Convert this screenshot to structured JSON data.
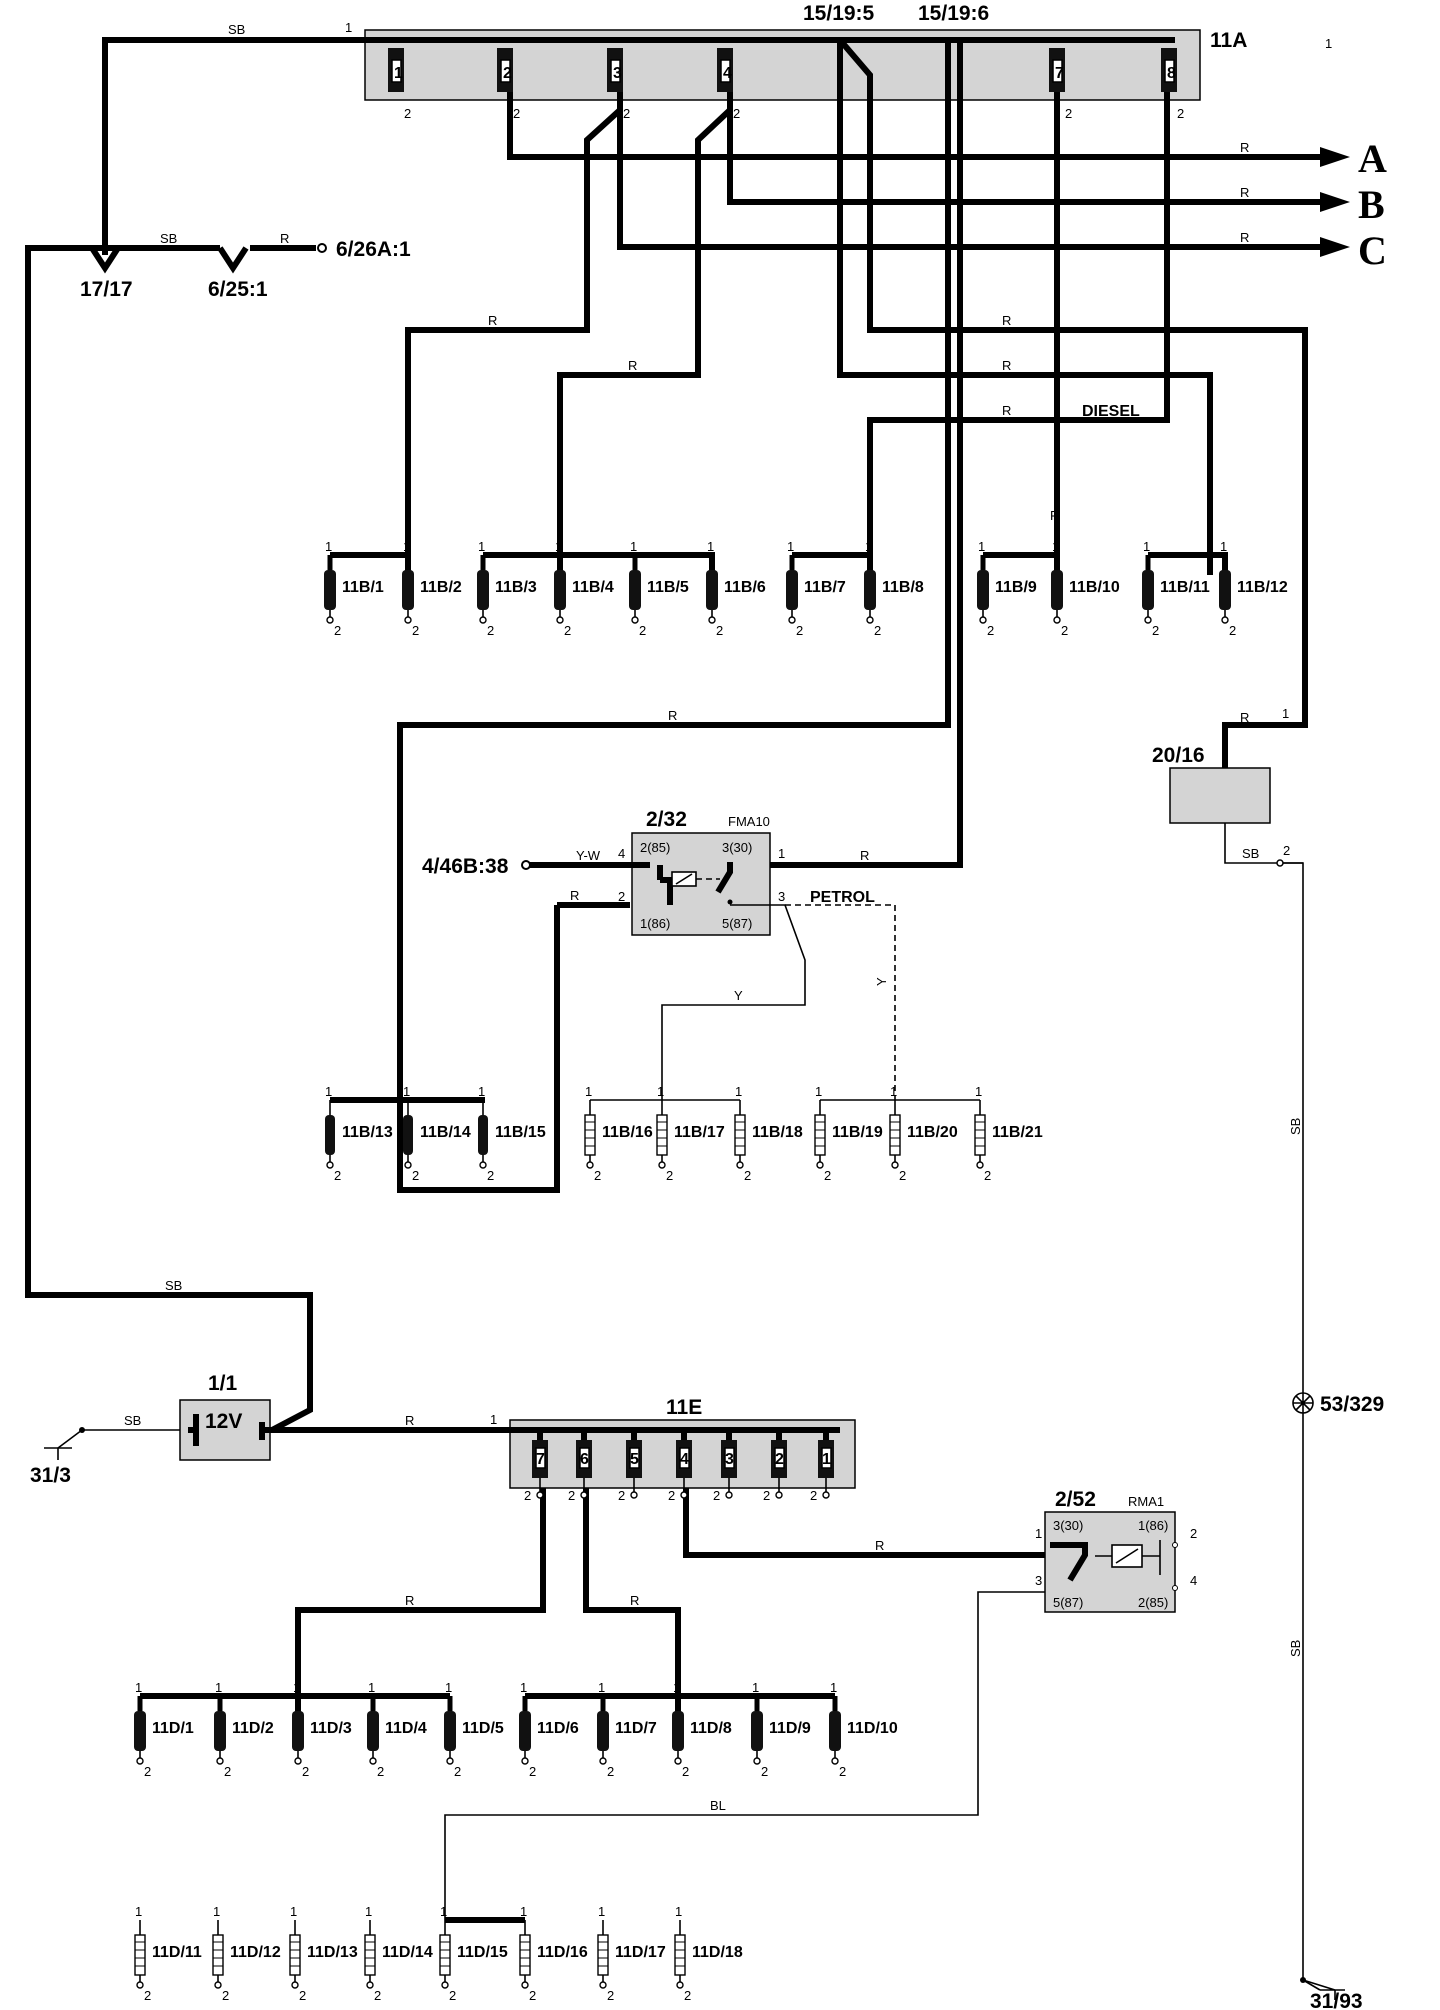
{
  "connectors": {
    "c11a": "11A",
    "c11e": "11E",
    "c2032": "2/32",
    "c2032_code": "FMA10",
    "c252": "2/52",
    "c252_code": "RMA1",
    "c2016": "20/16",
    "c11": "1/1",
    "battery": "12V",
    "c1519_5": "15/19:5",
    "c1519_6": "15/19:6",
    "c1717": "17/17",
    "c625": "6/25:1",
    "c626": "6/26A:1",
    "c446": "4/46B:38",
    "c313": "31/3",
    "c3193": "31/93",
    "c53329": "53/329"
  },
  "outputs": [
    "A",
    "B",
    "C"
  ],
  "labels": {
    "diesel": "DIESEL",
    "petrol": "PETROL"
  },
  "wire_colors": {
    "sb": "SB",
    "r": "R",
    "yw": "Y-W",
    "y": "Y",
    "bl": "BL"
  },
  "pins": {
    "p1": "1",
    "p2": "2",
    "p3": "3",
    "p4": "4",
    "p5": "5",
    "p6": "6",
    "p7": "7",
    "p8": "8",
    "r30": "3(30)",
    "r85": "2(85)",
    "r86": "1(86)",
    "r87": "5(87)"
  },
  "fuses_11b_row1": [
    "11B/1",
    "11B/2",
    "11B/3",
    "11B/4",
    "11B/5",
    "11B/6",
    "11B/7",
    "11B/8",
    "11B/9",
    "11B/10",
    "11B/11",
    "11B/12"
  ],
  "fuses_11b_row2": [
    "11B/13",
    "11B/14",
    "11B/15",
    "11B/16",
    "11B/17",
    "11B/18",
    "11B/19",
    "11B/20",
    "11B/21"
  ],
  "fuses_11d_row1": [
    "11D/1",
    "11D/2",
    "11D/3",
    "11D/4",
    "11D/5",
    "11D/6",
    "11D/7",
    "11D/8",
    "11D/9",
    "11D/10"
  ],
  "fuses_11d_row2": [
    "11D/11",
    "11D/12",
    "11D/13",
    "11D/14",
    "11D/15",
    "11D/16",
    "11D/17",
    "11D/18"
  ]
}
